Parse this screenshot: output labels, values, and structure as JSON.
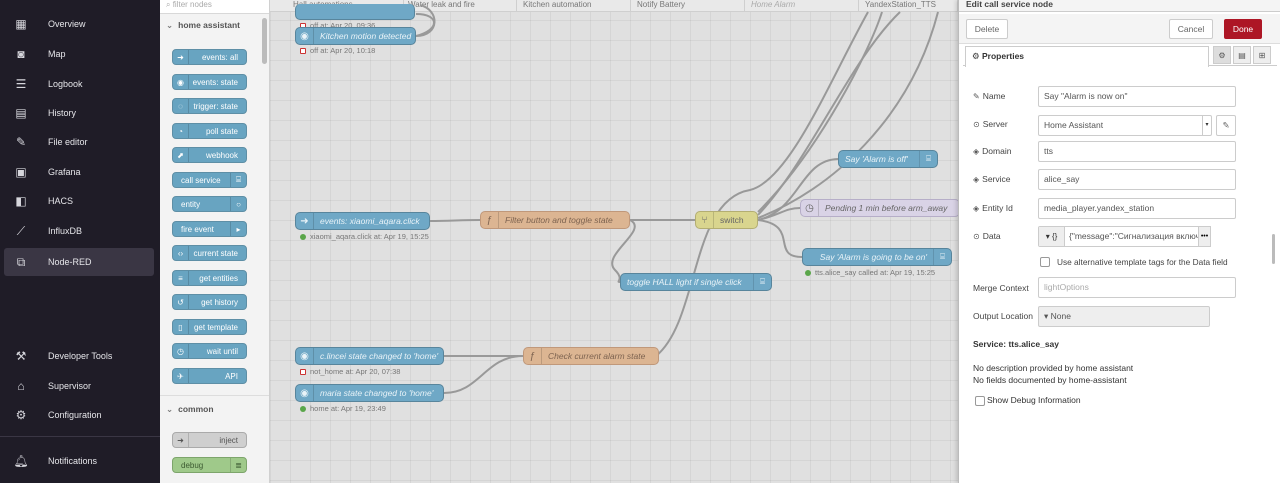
{
  "sidebar": {
    "items": [
      {
        "label": "Overview",
        "icon": "dashboard-icon"
      },
      {
        "label": "Map",
        "icon": "map-icon"
      },
      {
        "label": "Logbook",
        "icon": "logbook-icon"
      },
      {
        "label": "History",
        "icon": "history-icon"
      },
      {
        "label": "File editor",
        "icon": "wrench-icon"
      },
      {
        "label": "Grafana",
        "icon": "grafana-icon"
      },
      {
        "label": "HACS",
        "icon": "hacs-icon"
      },
      {
        "label": "InfluxDB",
        "icon": "chart-line-icon"
      },
      {
        "label": "Node-RED",
        "icon": "sitemap-icon"
      }
    ],
    "bottom": [
      {
        "label": "Developer Tools",
        "icon": "hammer-icon"
      },
      {
        "label": "Supervisor",
        "icon": "supervisor-icon"
      },
      {
        "label": "Configuration",
        "icon": "gear-icon"
      },
      {
        "label": "Notifications",
        "icon": "bell-icon"
      }
    ]
  },
  "palette": {
    "search_placeholder": "filter nodes",
    "categories": [
      "home assistant",
      "common"
    ],
    "ha_nodes": [
      "events: all",
      "events: state",
      "trigger: state",
      "poll state",
      "webhook",
      "call service",
      "entity",
      "fire event",
      "current state",
      "get entities",
      "get history",
      "get template",
      "wait until",
      "API"
    ],
    "common_nodes": [
      "inject",
      "debug"
    ]
  },
  "tabs": [
    "Hall automations",
    "Water leak and fire",
    "Kitchen automation",
    "Notify Battery",
    "Home Alarm",
    "YandexStation_TTS"
  ],
  "flow": {
    "node_top_status": "off at: Apr 20, 09:36",
    "kitchen_motion": "Kitchen motion detected",
    "kitchen_status": "off at: Apr 20, 10:18",
    "events_aqara": "events: xiaomi_aqara.click",
    "events_aqara_status": "xiaomi_aqara.click at: Apr 19, 15:25",
    "filter_button": "Filter button and toggle state",
    "switch": "switch",
    "toggle_hall": "toggle HALL light if single click",
    "say_off": "Say 'Alarm is off'",
    "pending": "Pending 1 min before arm_away",
    "say_going_on": "Say 'Alarm is going to be on'",
    "say_going_on_status": "tts.alice_say called at: Apr 19, 15:25",
    "user1_state": "c.lincei state changed to 'home'",
    "user1_status": "not_home at: Apr 20, 07:38",
    "user2_state": "maria state changed to 'home'",
    "user2_status": "home at: Apr 19, 23:49",
    "check_alarm": "Check current alarm state"
  },
  "editor": {
    "title": "Edit call service node",
    "delete_label": "Delete",
    "cancel_label": "Cancel",
    "done_label": "Done",
    "properties_tab": "Properties",
    "fields": {
      "name_label": "Name",
      "name_value": "Say \"Alarm is now on\"",
      "server_label": "Server",
      "server_value": "Home Assistant",
      "domain_label": "Domain",
      "domain_value": "tts",
      "service_label": "Service",
      "service_value": "alice_say",
      "entity_label": "Entity Id",
      "entity_value": "media_player.yandex_station",
      "data_label": "Data",
      "data_value": "{\"message\":\"Сигнализация включ",
      "data_type": "{}",
      "alt_template_label": "Use alternative template tags for the Data field",
      "merge_label": "Merge Context",
      "merge_placeholder": "lightOptions",
      "output_label": "Output Location",
      "output_value": "None"
    },
    "service_heading": "Service: tts.alice_say",
    "no_description": "No description provided by home assistant",
    "no_fields": "No fields documented by home-assistant",
    "debug_label": "Show Debug Information"
  },
  "colors": {
    "sidebar_bg": "#1f1c27",
    "ha_node": "#68a4c1",
    "function_node": "#dcb592",
    "switch_node": "#d9d58e",
    "done_button": "#ad1625"
  }
}
